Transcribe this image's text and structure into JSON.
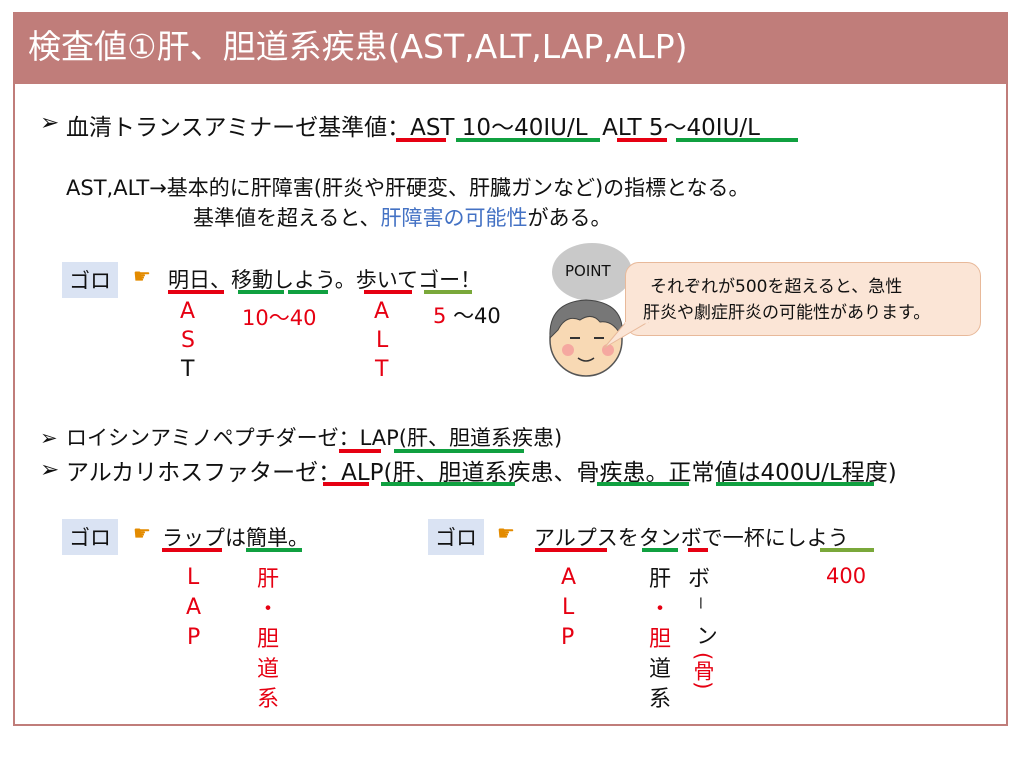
{
  "title": "検査値①肝、胆道系疾患(AST,ALT,LAP,ALP)",
  "line1": {
    "bullet": "➢",
    "label": "血清トランスアミナーゼ基準値：",
    "ast": "AST",
    "ast_range": "10〜40IU/L",
    "alt": "ALT",
    "alt_range": "5〜40IU/L"
  },
  "desc": {
    "line1": "AST,ALT→基本的に肝障害(肝炎や肝硬変、肝臓ガンなど)の指標となる。",
    "line2_prefix": "基準値を超えると、",
    "line2_highlight": "肝障害の可能性",
    "line2_suffix": "がある。"
  },
  "goro1": {
    "tag": "ゴロ",
    "icon": "pointing-hand-icon",
    "phrase_a": "明日",
    "sep_a": "、",
    "phrase_b": "移動しよう",
    "sep_b": "。",
    "phrase_c": "歩いてゴー",
    "end": "！",
    "ast_letters": [
      "A",
      "S",
      "T"
    ],
    "ast_range": "10〜40",
    "alt_letters": [
      "A",
      "L",
      "T"
    ],
    "alt_range_5": "5",
    "alt_range_rest": "〜40"
  },
  "point": {
    "label": "POINT",
    "bubble_line1": "それぞれが500を超えると、急性",
    "bubble_line2": "肝炎や劇症肝炎の可能性があります。"
  },
  "line2": {
    "bullet": "➢",
    "text": "ロイシンアミノペプチダーゼ：LAP(肝、胆道系疾患)"
  },
  "line3": {
    "bullet": "➢",
    "text": "アルカリホスファターゼ：ALP(肝、胆道系疾患、骨疾患。正常値は400U/L程度)"
  },
  "goro2": {
    "tag": "ゴロ",
    "phrase": "ラップは簡単。",
    "letters": [
      "L",
      "A",
      "P"
    ],
    "organ": [
      "肝",
      "・",
      "胆",
      "道",
      "系"
    ]
  },
  "goro3": {
    "tag": "ゴロ",
    "phrase": "アルプスをタンボで一杯にしよう",
    "letters": [
      "A",
      "L",
      "P"
    ],
    "organ_top": "肝",
    "organ_dot": "・",
    "organ_bottom": [
      "胆",
      "道",
      "系"
    ],
    "bone_top": "ボ",
    "bone_mid": "ー",
    "bone_n": "ン",
    "bone_paren": "(骨)",
    "value": "400"
  },
  "colors": {
    "title_bar": "#c07d7a",
    "red": "#e60012",
    "green": "#10a040",
    "blue": "#4472c4",
    "goro_bg": "#dae3f3",
    "bubble_bg": "#fbe5d6"
  }
}
